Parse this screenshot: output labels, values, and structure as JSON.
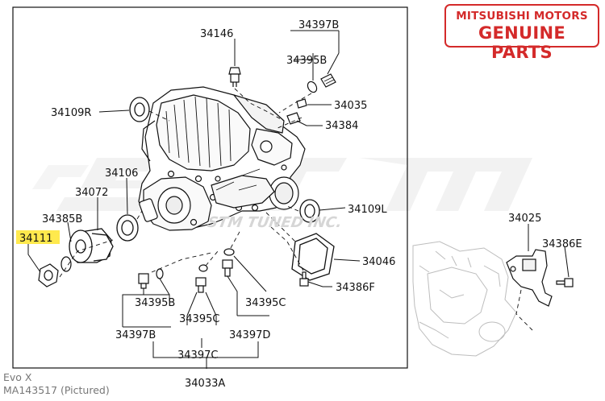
{
  "badge": {
    "line1": "MITSUBISHI MOTORS",
    "line2": "GENUINE PARTS",
    "color": "#d42a2a"
  },
  "watermark": {
    "logo": "STM",
    "text": "STM TUNED INC."
  },
  "highlight_color": "#ffe94d",
  "parts": {
    "p34146": "34146",
    "p34397B_top": "34397B",
    "p34395B_top": "34395B",
    "p34109R": "34109R",
    "p34035": "34035",
    "p34384": "34384",
    "p34106": "34106",
    "p34072": "34072",
    "p34385B": "34385B",
    "p34111": "34111",
    "p34109L": "34109L",
    "p34025": "34025",
    "p34386E": "34386E",
    "p34046": "34046",
    "p34386F": "34386F",
    "p34395B_bot": "34395B",
    "p34395C_right": "34395C",
    "p34397B_bot": "34397B",
    "p34395C_mid": "34395C",
    "p34397D": "34397D",
    "p34397C": "34397C",
    "p34033A": "34033A"
  },
  "caption": {
    "line1": "Evo X",
    "line2": "MA143517  (Pictured)"
  }
}
